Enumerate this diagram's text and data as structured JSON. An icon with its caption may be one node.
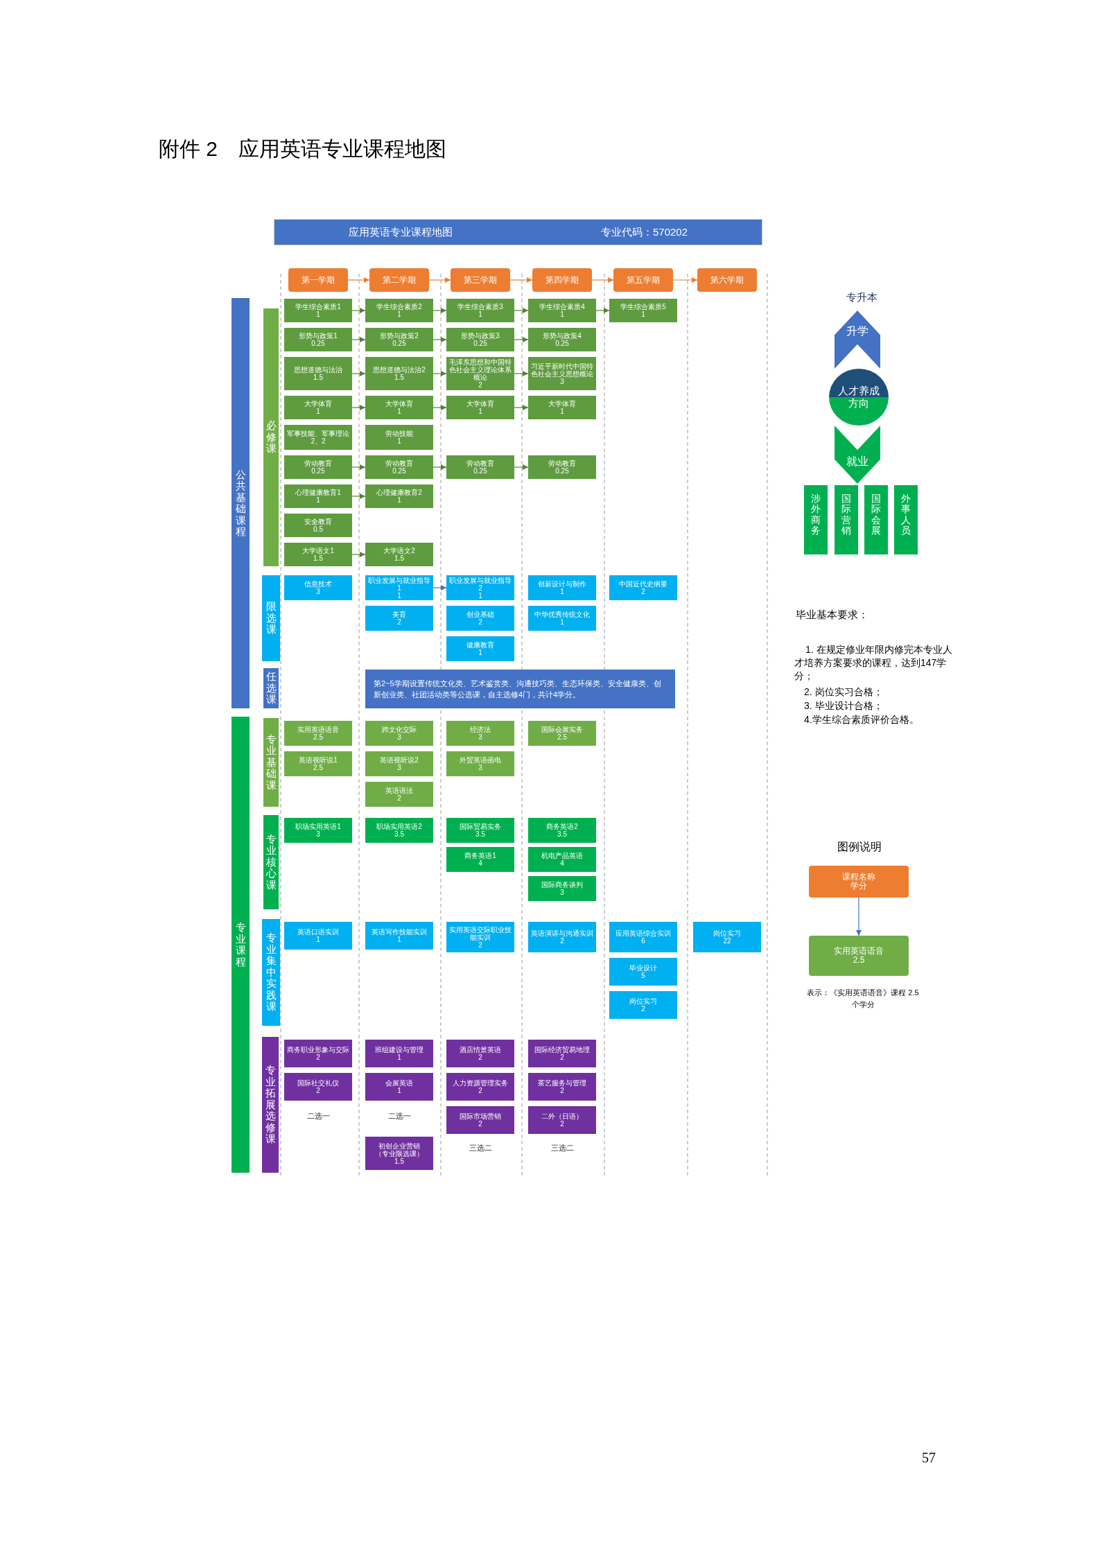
{
  "diagram": {
    "title": "附件 2　应用英语专业课程地图",
    "nodes": [
      {
        "text": [
          "应用英语专业课程地图",
          "专业代码：570202"
        ]
      },
      {
        "text": [
          "第一学期"
        ]
      },
      {
        "text": [
          "第二学期"
        ]
      },
      {
        "text": [
          "第三学期"
        ]
      },
      {
        "text": [
          "第四学期"
        ]
      },
      {
        "text": [
          "第五学期"
        ]
      },
      {
        "text": [
          "第六学期"
        ]
      },
      {
        "text": [
          "公共基础课程"
        ]
      },
      {
        "text": [
          "必修课"
        ]
      },
      {
        "text": [
          "限选课"
        ]
      },
      {
        "text": [
          "任选课"
        ]
      },
      {
        "text": [
          "专业课程"
        ]
      },
      {
        "text": [
          "专业基础课"
        ]
      },
      {
        "text": [
          "专业核心课"
        ]
      },
      {
        "text": [
          "专业集中实践课"
        ]
      },
      {
        "text": [
          "专业拓展选修课"
        ]
      },
      {
        "text": [
          "学生综合素质1",
          "1"
        ]
      },
      {
        "text": [
          "学生综合素质2",
          "1"
        ]
      },
      {
        "text": [
          "学生综合素质3",
          "1"
        ]
      },
      {
        "text": [
          "学生综合素质4",
          "1"
        ]
      },
      {
        "text": [
          "学生综合素质5",
          "1"
        ]
      },
      {
        "text": [
          "形势与政策1",
          "0.25"
        ]
      },
      {
        "text": [
          "形势与政策2",
          "0.25"
        ]
      },
      {
        "text": [
          "形势与政策3",
          "0.25"
        ]
      },
      {
        "text": [
          "形势与政策4",
          "0.25"
        ]
      },
      {
        "text": [
          "思想道德与法治",
          "1.5"
        ]
      },
      {
        "text": [
          "思想道德与法治2",
          "1.5"
        ]
      },
      {
        "text": [
          "毛泽东思想和中国特色社会主义理论体系概论",
          "2"
        ]
      },
      {
        "text": [
          "习近平新时代中国特色社会主义思想概论",
          "3"
        ]
      },
      {
        "text": [
          "大学体育",
          "1"
        ]
      },
      {
        "text": [
          "大学体育",
          "1"
        ]
      },
      {
        "text": [
          "大学体育",
          "1"
        ]
      },
      {
        "text": [
          "大学体育",
          "1"
        ]
      },
      {
        "text": [
          "军事技能、军事理论",
          "2、2"
        ]
      },
      {
        "text": [
          "劳动技能",
          "1"
        ]
      },
      {
        "text": [
          "劳动教育",
          "0.25"
        ]
      },
      {
        "text": [
          "劳动教育",
          "0.25"
        ]
      },
      {
        "text": [
          "劳动教育",
          "0.25"
        ]
      },
      {
        "text": [
          "劳动教育",
          "0.25"
        ]
      },
      {
        "text": [
          "心理健康教育1",
          "1"
        ]
      },
      {
        "text": [
          "心理健康教育2",
          "1"
        ]
      },
      {
        "text": [
          "安全教育",
          "0.5"
        ]
      },
      {
        "text": [
          "大学语文1",
          "1.5"
        ]
      },
      {
        "text": [
          "大学语文2",
          "1.5"
        ]
      },
      {
        "text": [
          "信息技术",
          "3"
        ]
      },
      {
        "text": [
          "职业发展与就业指导1",
          "1"
        ]
      },
      {
        "text": [
          "职业发展与就业指导2",
          "1"
        ]
      },
      {
        "text": [
          "创新设计与制作",
          "1"
        ]
      },
      {
        "text": [
          "中国近代史纲要",
          "2"
        ]
      },
      {
        "text": [
          "美育",
          "2"
        ]
      },
      {
        "text": [
          "创业基础",
          "2"
        ]
      },
      {
        "text": [
          "中华优秀传统文化",
          "1"
        ]
      },
      {
        "text": [
          "健康教育",
          "1"
        ]
      },
      {
        "text": [
          "第2~5学期设置传统文化类、艺术鉴赏类、沟通技巧类、生态环保类、安全健康类、创新创业类、社团活动类等公选课，自主选修4门，共计4学分。"
        ]
      },
      {
        "text": [
          "实用英语语音",
          "2.5"
        ]
      },
      {
        "text": [
          "跨文化交际",
          "3"
        ]
      },
      {
        "text": [
          "经济法",
          "3"
        ]
      },
      {
        "text": [
          "国际会展实务",
          "2.5"
        ]
      },
      {
        "text": [
          "英语视听说1",
          "2.5"
        ]
      },
      {
        "text": [
          "英语视听说2",
          "3"
        ]
      },
      {
        "text": [
          "外贸英语函电",
          "3"
        ]
      },
      {
        "text": [
          "英语语法",
          "2"
        ]
      },
      {
        "text": [
          "职场实用英语1",
          "3"
        ]
      },
      {
        "text": [
          "职场实用英语2",
          "3.5"
        ]
      },
      {
        "text": [
          "国际贸易实务",
          "3.5"
        ]
      },
      {
        "text": [
          "商务英语2",
          "3.5"
        ]
      },
      {
        "text": [
          "商务英语1",
          "4"
        ]
      },
      {
        "text": [
          "机电产品英语",
          "4"
        ]
      },
      {
        "text": [
          "国际商务谈判",
          "3"
        ]
      },
      {
        "text": [
          "英语口语实训",
          "1"
        ]
      },
      {
        "text": [
          "英语写作技能实训",
          "1"
        ]
      },
      {
        "text": [
          "实用英语交际职业技能实训",
          "2"
        ]
      },
      {
        "text": [
          "英语演讲与沟通实训",
          "2"
        ]
      },
      {
        "text": [
          "应用英语综合实训",
          "6"
        ]
      },
      {
        "text": [
          "岗位实习",
          "22"
        ]
      },
      {
        "text": [
          "毕业设计",
          "5"
        ]
      },
      {
        "text": [
          "岗位实习",
          "2"
        ]
      },
      {
        "text": [
          "商务职业形象与交际",
          "2"
        ]
      },
      {
        "text": [
          "班组建设与管理",
          "1"
        ]
      },
      {
        "text": [
          "酒店情景英语",
          "2"
        ]
      },
      {
        "text": [
          "国际经济贸易地理",
          "2"
        ]
      },
      {
        "text": [
          "国际社交礼仪",
          "2"
        ]
      },
      {
        "text": [
          "会展英语",
          "1"
        ]
      },
      {
        "text": [
          "人力资源管理实务",
          "2"
        ]
      },
      {
        "text": [
          "茶艺服务与管理",
          "2"
        ]
      },
      {
        "text": [
          "国际市场营销",
          "2"
        ]
      },
      {
        "text": [
          "二外（日语）",
          "2"
        ]
      },
      {
        "text": [
          "初创企业营销",
          "（专业限选课）",
          "1.5"
        ]
      },
      {
        "text": [
          "升学"
        ]
      },
      {
        "text": [
          "人才养成方向"
        ]
      },
      {
        "text": [
          "就业"
        ]
      },
      {
        "text": [
          "涉外商务"
        ]
      },
      {
        "text": [
          "国际营销"
        ]
      },
      {
        "text": [
          "国际会展"
        ]
      },
      {
        "text": [
          "外事人员"
        ]
      },
      {
        "text": [
          "课程名称",
          "学分"
        ]
      },
      {
        "text": [
          "实用英语语音",
          "2.5"
        ]
      }
    ],
    "edges": [
      {
        "from": 1,
        "to": 2,
        "arrow": "to",
        "color": "#ed7d31"
      },
      {
        "from": 2,
        "to": 3,
        "arrow": "to",
        "color": "#ed7d31"
      },
      {
        "from": 3,
        "to": 4,
        "arrow": "to",
        "color": "#ed7d31"
      },
      {
        "from": 4,
        "to": 5,
        "arrow": "to",
        "color": "#ed7d31"
      },
      {
        "from": 5,
        "to": 6,
        "arrow": "to",
        "color": "#ed7d31"
      },
      {
        "from": 16,
        "to": 17,
        "arrow": "to"
      },
      {
        "from": 17,
        "to": 18,
        "arrow": "to"
      },
      {
        "from": 18,
        "to": 19,
        "arrow": "to"
      },
      {
        "from": 19,
        "to": 20,
        "arrow": "to"
      },
      {
        "from": 21,
        "to": 22,
        "arrow": "to"
      },
      {
        "from": 22,
        "to": 23,
        "arrow": "to"
      },
      {
        "from": 23,
        "to": 24,
        "arrow": "to"
      },
      {
        "from": 25,
        "to": 26,
        "arrow": "to"
      },
      {
        "from": 26,
        "to": 27,
        "arrow": "to"
      },
      {
        "from": 27,
        "to": 28,
        "arrow": "to"
      },
      {
        "from": 29,
        "to": 30,
        "arrow": "to"
      },
      {
        "from": 30,
        "to": 31,
        "arrow": "to"
      },
      {
        "from": 31,
        "to": 32,
        "arrow": "to"
      },
      {
        "from": 35,
        "to": 36,
        "arrow": "to"
      },
      {
        "from": 36,
        "to": 37,
        "arrow": "to"
      },
      {
        "from": 37,
        "to": 38,
        "arrow": "to"
      },
      {
        "from": 39,
        "to": 40,
        "arrow": "to"
      },
      {
        "from": 42,
        "to": 43,
        "arrow": "to"
      },
      {
        "from": 45,
        "to": 46,
        "arrow": "to",
        "color": "#4472c4"
      },
      {
        "from": 95,
        "to": 96,
        "arrow": "to",
        "color": "#4472c4"
      }
    ],
    "labels": [
      "二选一",
      "二选一",
      "三选二",
      "三选二",
      "专升本",
      "毕业基本要求：",
      "1. 在规定修业年限内修完本专业人才培养方案要求的课程，达到147学分；",
      "2. 岗位实习合格；",
      "3. 毕业设计合格；",
      "4.学生综合素质评价合格。",
      "图例说明",
      "表示：《实用英语语音》课程 2.5个学分",
      "57"
    ]
  }
}
